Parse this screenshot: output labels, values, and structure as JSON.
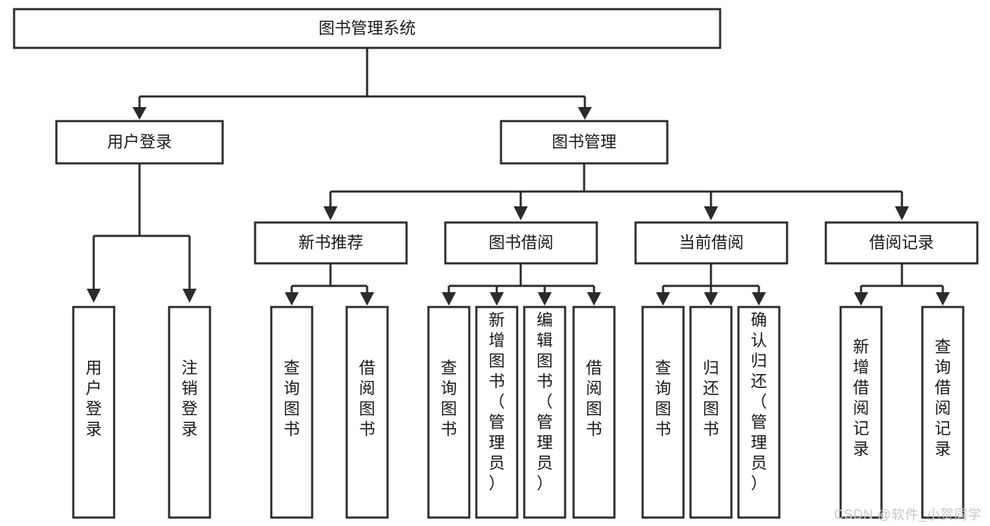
{
  "diagram": {
    "type": "tree-hierarchy-diagram",
    "title": "图书管理系统",
    "root": {
      "id": "root",
      "label": "图书管理系统"
    },
    "level2": [
      {
        "id": "user-login",
        "label": "用户登录"
      },
      {
        "id": "book-management",
        "label": "图书管理"
      }
    ],
    "level3": [
      {
        "id": "new-book-recommend",
        "label": "新书推荐",
        "parent": "book-management"
      },
      {
        "id": "book-borrow",
        "label": "图书借阅",
        "parent": "book-management"
      },
      {
        "id": "current-borrow",
        "label": "当前借阅",
        "parent": "book-management"
      },
      {
        "id": "borrow-record",
        "label": "借阅记录",
        "parent": "book-management"
      }
    ],
    "leaves": [
      {
        "id": "leaf-user-login",
        "label": "用户登录",
        "parent": "user-login"
      },
      {
        "id": "leaf-user-logout",
        "label": "注销登录",
        "parent": "user-login"
      },
      {
        "id": "leaf-query-book-1",
        "label": "查询图书",
        "parent": "new-book-recommend"
      },
      {
        "id": "leaf-borrow-book-1",
        "label": "借阅图书",
        "parent": "new-book-recommend"
      },
      {
        "id": "leaf-query-book-2",
        "label": "查询图书",
        "parent": "book-borrow"
      },
      {
        "id": "leaf-add-book",
        "label": "新增图书（管理员）",
        "parent": "book-borrow"
      },
      {
        "id": "leaf-edit-book",
        "label": "编辑图书（管理员）",
        "parent": "book-borrow"
      },
      {
        "id": "leaf-borrow-book-2",
        "label": "借阅图书",
        "parent": "book-borrow"
      },
      {
        "id": "leaf-query-book-3",
        "label": "查询图书",
        "parent": "current-borrow"
      },
      {
        "id": "leaf-return-book",
        "label": "归还图书",
        "parent": "current-borrow"
      },
      {
        "id": "leaf-confirm-return",
        "label": "确认归还（管理员）",
        "parent": "current-borrow"
      },
      {
        "id": "leaf-add-borrow-record",
        "label": "新增借阅记录",
        "parent": "borrow-record"
      },
      {
        "id": "leaf-query-borrow-record",
        "label": "查询借阅记录",
        "parent": "borrow-record"
      }
    ]
  },
  "watermark": {
    "text": "CSDN @软件_小贺同学"
  },
  "colors": {
    "stroke": "#2b2b2b",
    "fill": "#ffffff",
    "text": "#1a1a1a",
    "watermark": "#c9c9c9"
  }
}
